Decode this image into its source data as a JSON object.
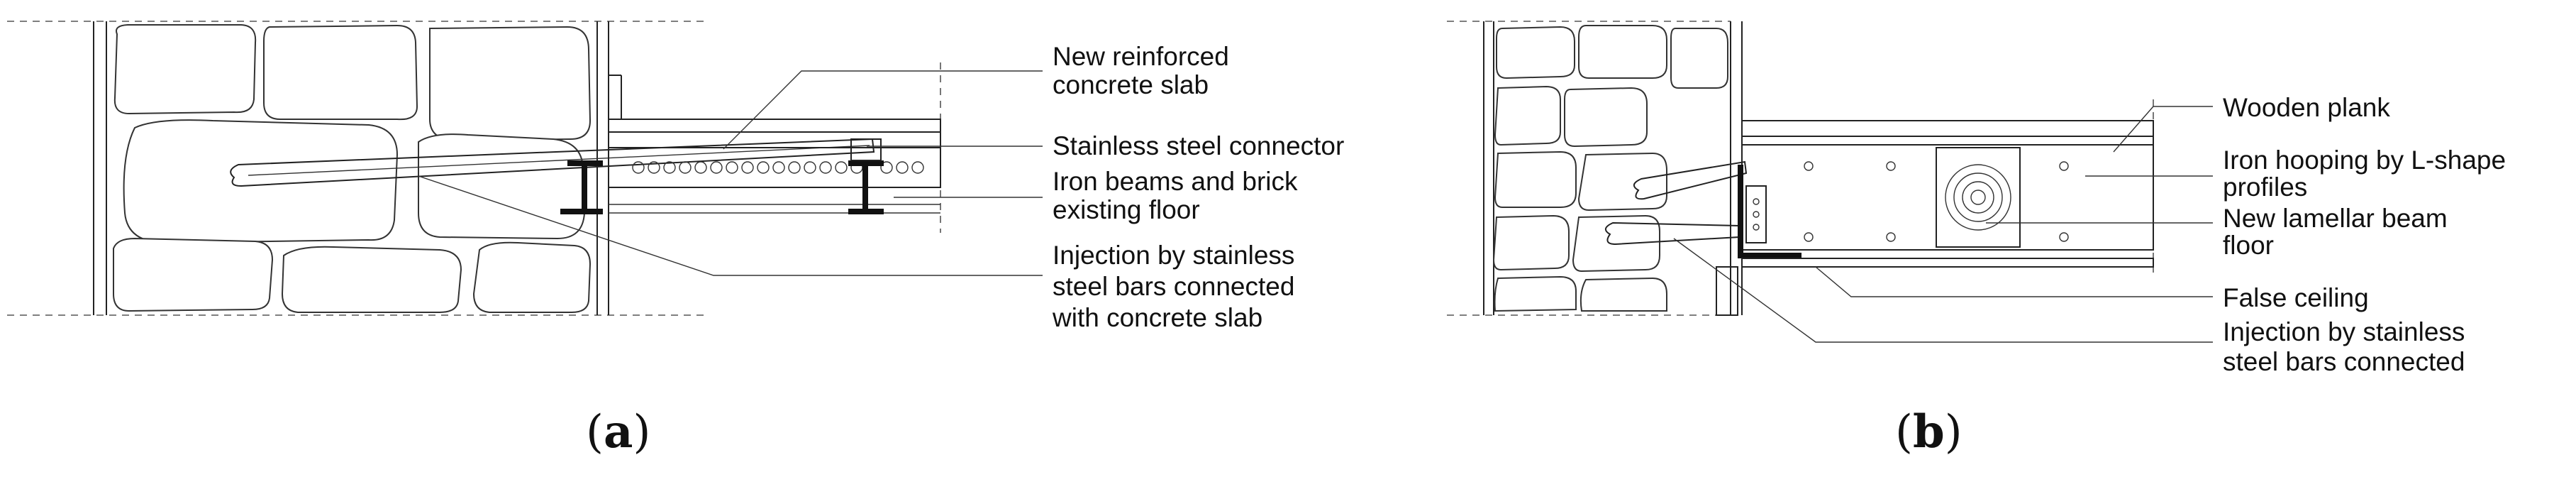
{
  "panel_a": {
    "labels": {
      "slab_line1": "New reinforced",
      "slab_line2": "concrete slab",
      "connector": "Stainless steel connector",
      "beams_line1": "Iron beams and brick",
      "beams_line2": "existing floor",
      "injection_line1": "Injection by stainless",
      "injection_line2": "steel bars connected",
      "injection_line3": "with concrete slab"
    },
    "caption_open": "(",
    "caption_letter": "a",
    "caption_close": ")"
  },
  "panel_b": {
    "labels": {
      "plank": "Wooden plank",
      "hooping_line1": "Iron hooping by L-shape",
      "hooping_line2": "profiles",
      "lamellar_line1": "New lamellar beam",
      "lamellar_line2": "floor",
      "ceiling": "False ceiling",
      "injection_line1": "Injection by stainless",
      "injection_line2": "steel bars connected"
    },
    "caption_open": "(",
    "caption_letter": "b",
    "caption_close": ")"
  }
}
